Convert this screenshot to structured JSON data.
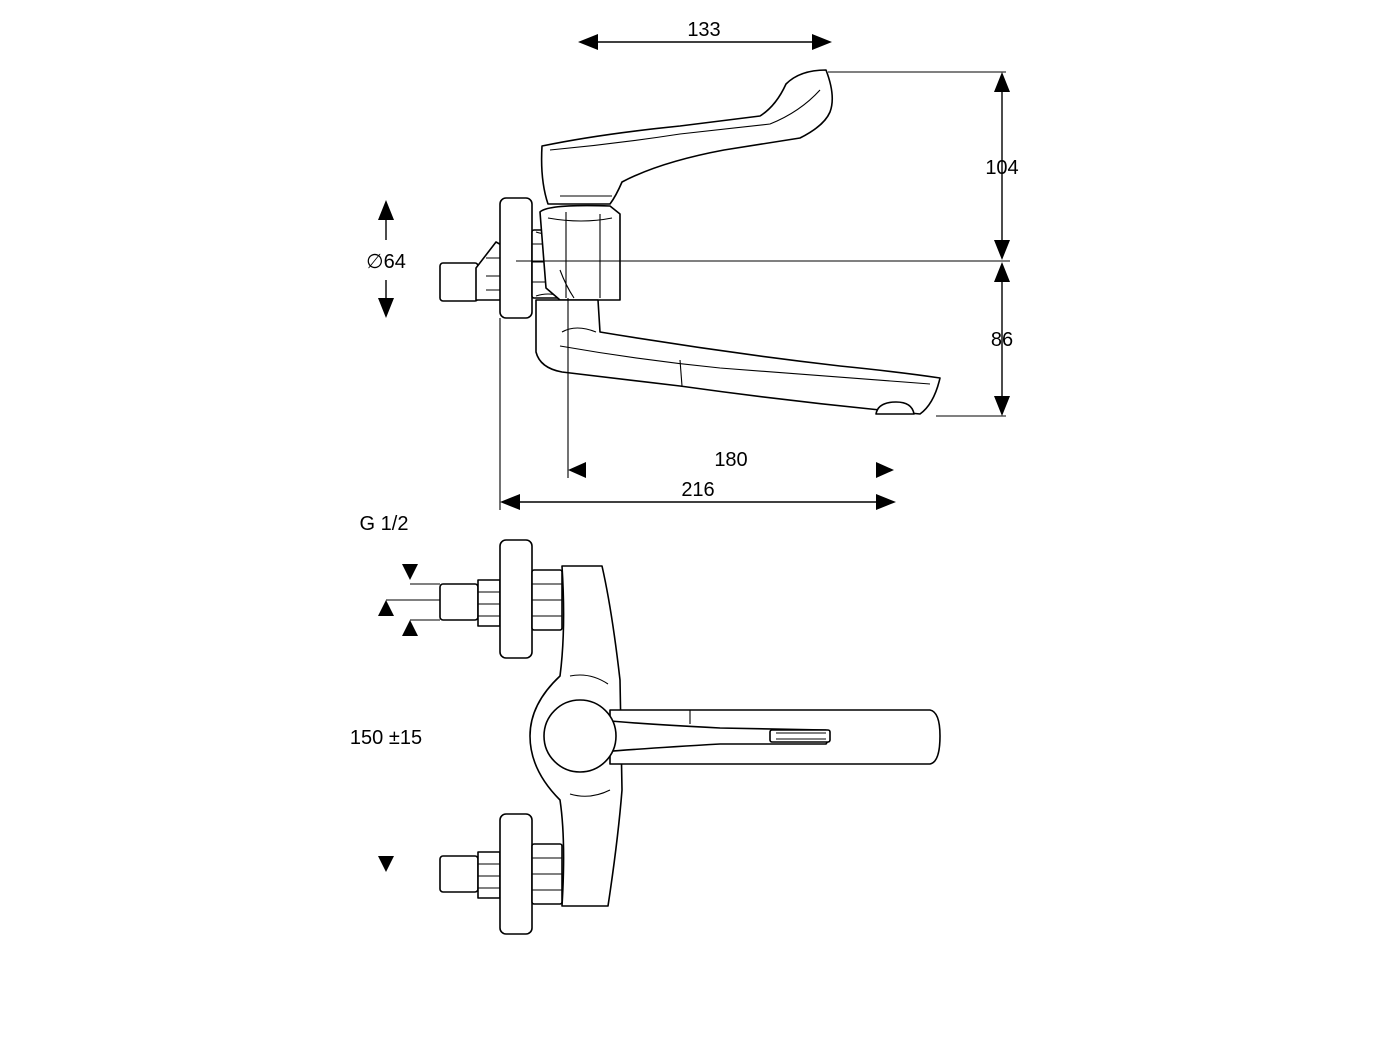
{
  "dimensions": {
    "handle_reach": "133",
    "handle_height": "104",
    "flange_diameter": "∅64",
    "spout_height": "86",
    "spout_projection": "180",
    "overall_projection": "216",
    "connection_thread": "G 1/2",
    "centre_distance": "150 ±15"
  },
  "colors": {
    "line": "#000000",
    "background": "#ffffff"
  }
}
